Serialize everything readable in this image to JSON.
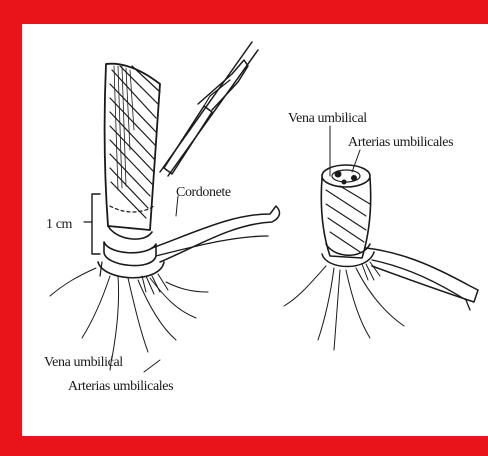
{
  "colors": {
    "frame": "#e8141a",
    "ink": "#1a1a1a",
    "paper": "#ffffff"
  },
  "labels": {
    "cordonete": "Cordonete",
    "one_cm": "1 cm",
    "vena_umbilical_left": "Vena umbilical",
    "arterias_umbilicales_left": "Arterias umbilicales",
    "vena_umbilical_right": "Vena umbilical",
    "arterias_umbilicales_right": "Arterias umbilicales"
  }
}
